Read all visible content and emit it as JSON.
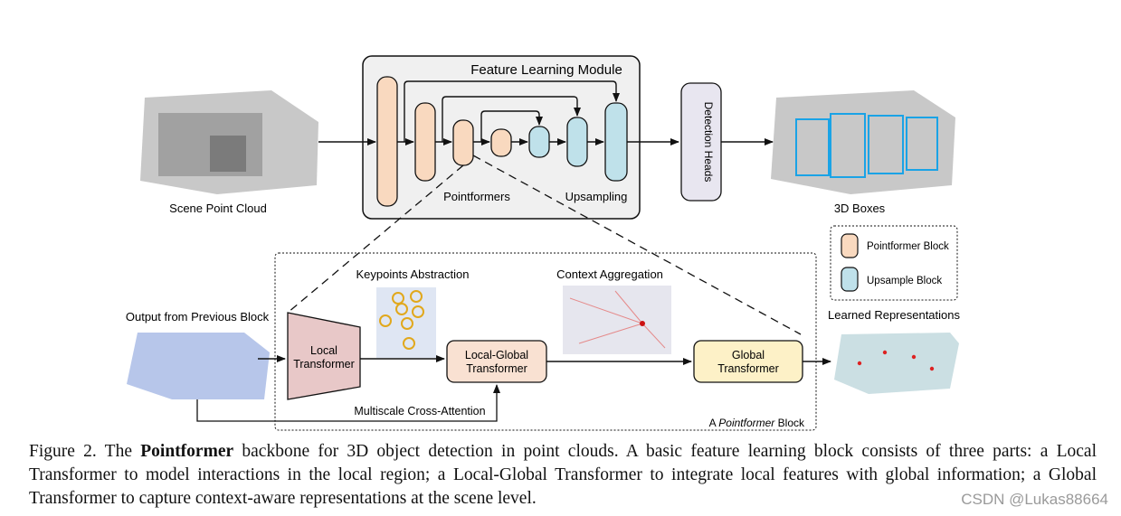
{
  "module": {
    "title": "Feature Learning Module",
    "pointformers_label": "Pointformers",
    "upsampling_label": "Upsampling",
    "detection_heads_label": "Detection Heads"
  },
  "scene": {
    "input_label": "Scene Point Cloud",
    "output_label": "3D Boxes"
  },
  "legend": {
    "pointformer_block": "Pointformer Block",
    "upsample_block": "Upsample Block",
    "pointformer_color": "#f9d9bf",
    "upsample_color": "#bfe1ea"
  },
  "block": {
    "previous_output_label": "Output from Previous Block",
    "keypoints_label": "Keypoints Abstraction",
    "context_label": "Context Aggregation",
    "local_transformer": [
      "Local",
      "Transformer"
    ],
    "local_global_transformer": [
      "Local-Global",
      "Transformer"
    ],
    "global_transformer": [
      "Global",
      "Transformer"
    ],
    "cross_attention_label": "Multiscale Cross-Attention",
    "block_caption_prefix": "A ",
    "block_caption_italic": "Pointformer",
    "block_caption_suffix": " Block",
    "learned_label": "Learned Representations"
  },
  "caption": {
    "figure_label": "Figure 2. The ",
    "bold_term": "Pointformer",
    "text": " backbone for 3D object detection in point clouds. A basic feature learning block consists of three parts: a Local Transformer to model interactions in the local region; a Local-Global Transformer to integrate local features with global information; a Global Transformer to capture context-aware representations at the scene level."
  },
  "watermark": "CSDN @Lukas88664"
}
